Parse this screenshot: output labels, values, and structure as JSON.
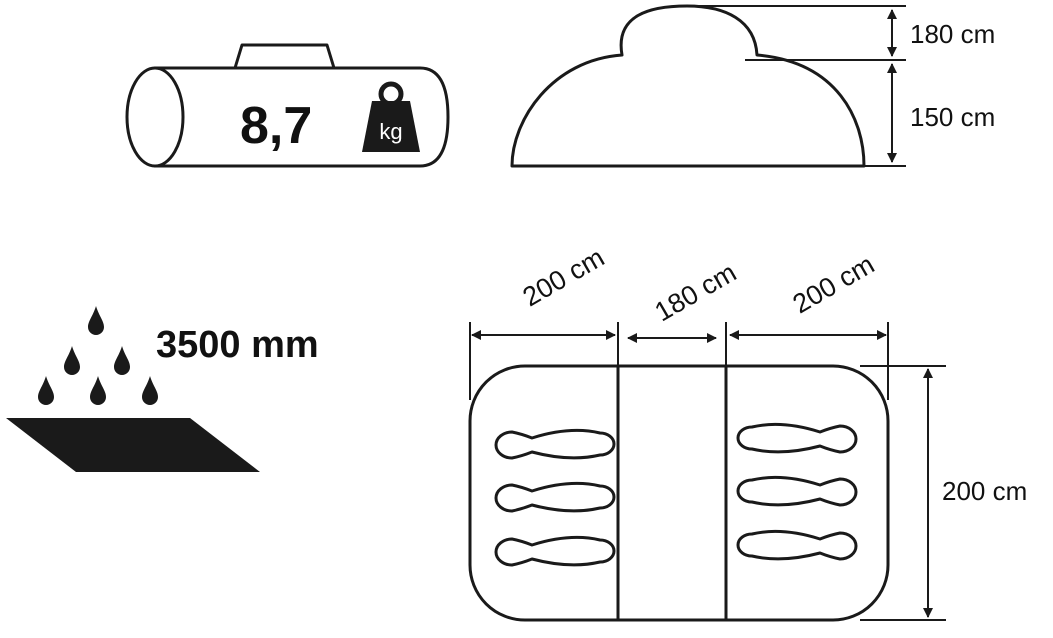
{
  "bag": {
    "weight": "8,7",
    "unit": "kg"
  },
  "elevation": {
    "top_height": "180 cm",
    "side_height": "150 cm"
  },
  "waterproof": {
    "rating": "3500 mm"
  },
  "floor_plan": {
    "left_width": "200 cm",
    "center_width": "180 cm",
    "right_width": "200 cm",
    "depth": "200 cm"
  }
}
